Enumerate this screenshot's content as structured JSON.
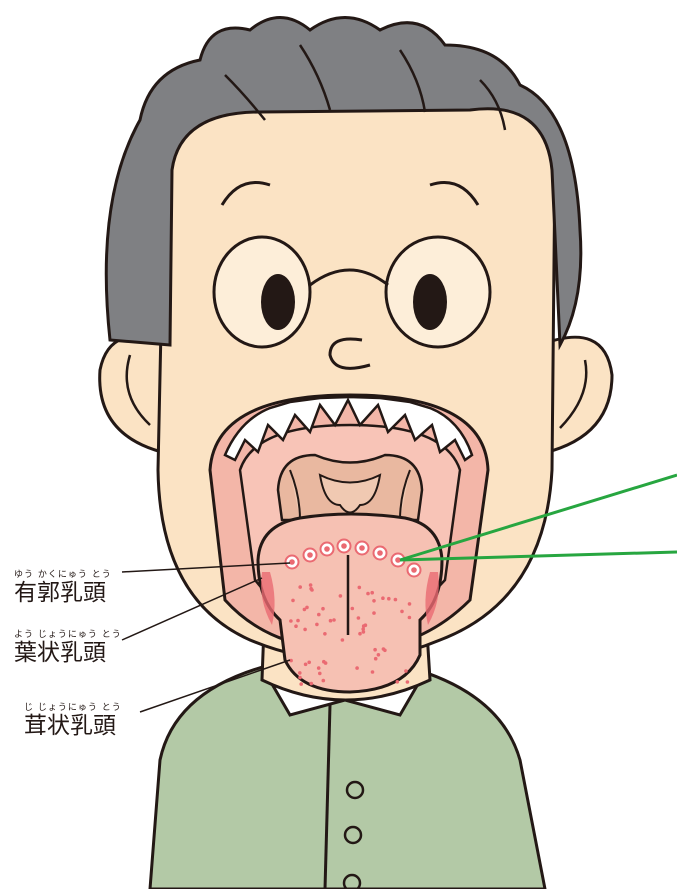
{
  "labels": {
    "circumvallate": {
      "ruby": "ゆう かくにゅう とう",
      "text": "有郭乳頭"
    },
    "foliate": {
      "ruby": "よう じょうにゅう とう",
      "text": "葉状乳頭"
    },
    "fungiform": {
      "ruby": "じ じょうにゅう とう",
      "text": "茸状乳頭"
    }
  },
  "colors": {
    "hair": "#7f8083",
    "skin": "#fbe3c4",
    "mouth": "#f3b6a8",
    "mouth_inner": "#f8c4b7",
    "tongue": "#f6c1b3",
    "throat": "#e9b8a0",
    "papilla": "#ea6a72",
    "shirt": "#b3c9a6",
    "outline": "#231815",
    "pointer": "#27a640"
  }
}
